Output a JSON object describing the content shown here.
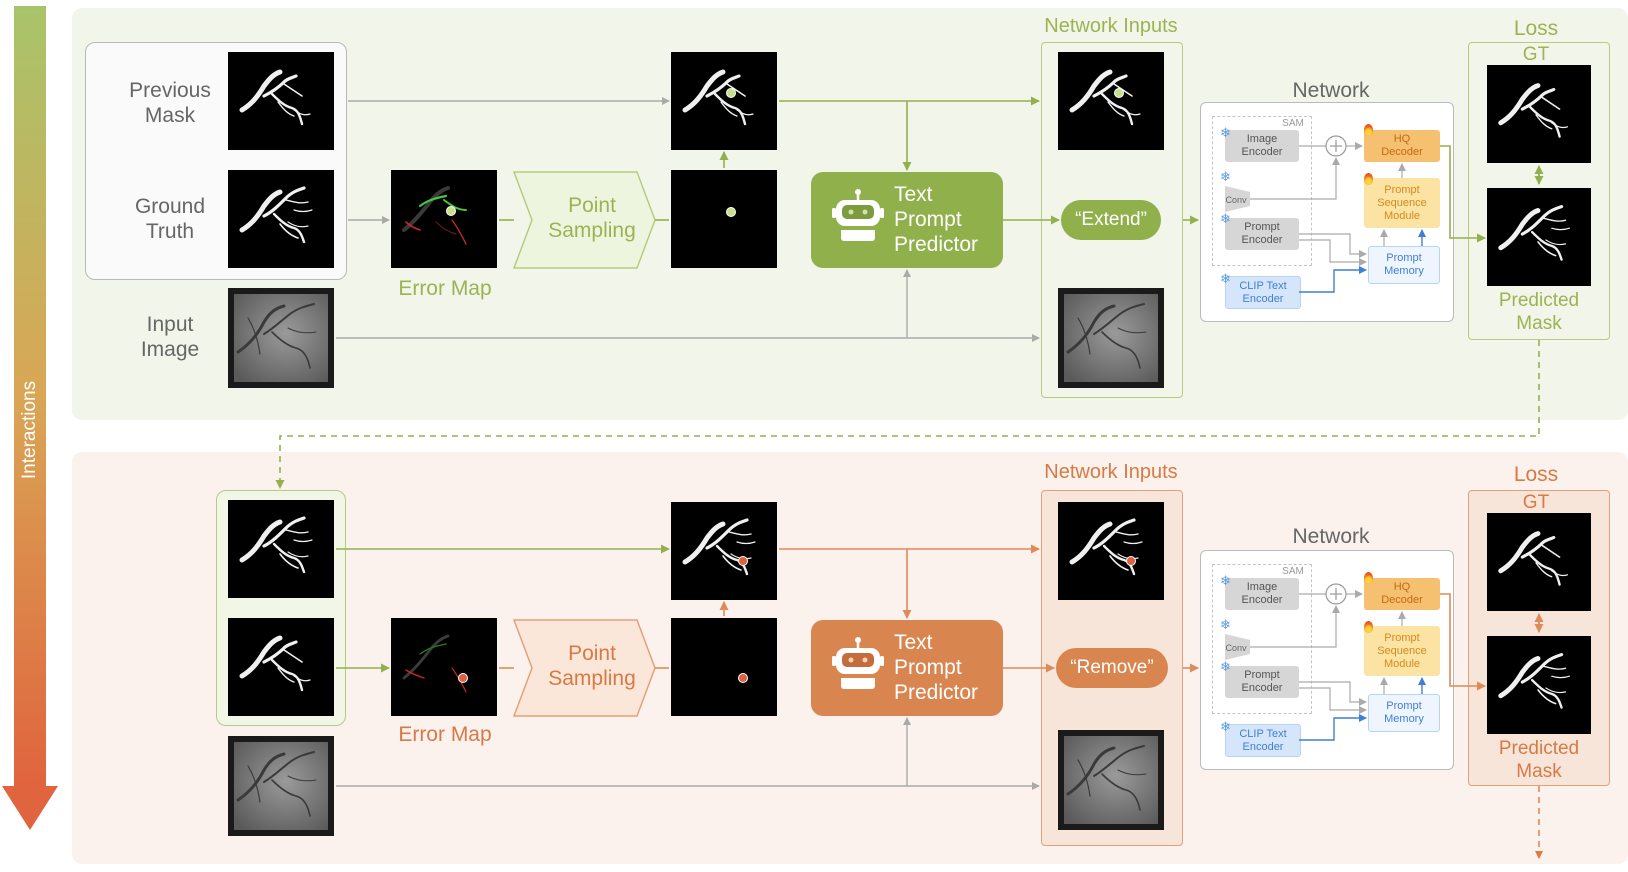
{
  "side_label": "Interactions",
  "colors": {
    "green": "#8fb04a",
    "green_text": "#9bb452",
    "orange": "#d98550",
    "orange_text": "#d77a45",
    "gray_text": "#666666"
  },
  "top": {
    "labels": {
      "previous_mask": "Previous\nMask",
      "ground_truth": "Ground\nTruth",
      "input_image": "Input\nImage",
      "error_map": "Error Map"
    },
    "point_sampling": "Point\nSampling",
    "text_prompt_predictor": "Text\nPrompt\nPredictor",
    "network_inputs": "Network Inputs",
    "prompt_text": "“Extend”",
    "network_title": "Network",
    "modules": {
      "sam": "SAM",
      "image_encoder": "Image\nEncoder",
      "conv": "Conv",
      "prompt_encoder": "Prompt\nEncoder",
      "clip_text_encoder": "CLIP Text\nEncoder",
      "hq_decoder": "HQ\nDecoder",
      "prompt_sequence_module": "Prompt\nSequence\nModule",
      "prompt_memory": "Prompt\nMemory"
    },
    "loss": {
      "title": "Loss",
      "gt": "GT",
      "predicted_mask": "Predicted\nMask"
    }
  },
  "bottom": {
    "labels": {
      "error_map": "Error Map"
    },
    "point_sampling": "Point\nSampling",
    "text_prompt_predictor": "Text\nPrompt\nPredictor",
    "network_inputs": "Network Inputs",
    "prompt_text": "“Remove”",
    "network_title": "Network",
    "modules": {
      "sam": "SAM",
      "image_encoder": "Image\nEncoder",
      "conv": "Conv",
      "prompt_encoder": "Prompt\nEncoder",
      "clip_text_encoder": "CLIP Text\nEncoder",
      "hq_decoder": "HQ\nDecoder",
      "prompt_sequence_module": "Prompt\nSequence\nModule",
      "prompt_memory": "Prompt\nMemory"
    },
    "loss": {
      "title": "Loss",
      "gt": "GT",
      "predicted_mask": "Predicted\nMask"
    }
  }
}
